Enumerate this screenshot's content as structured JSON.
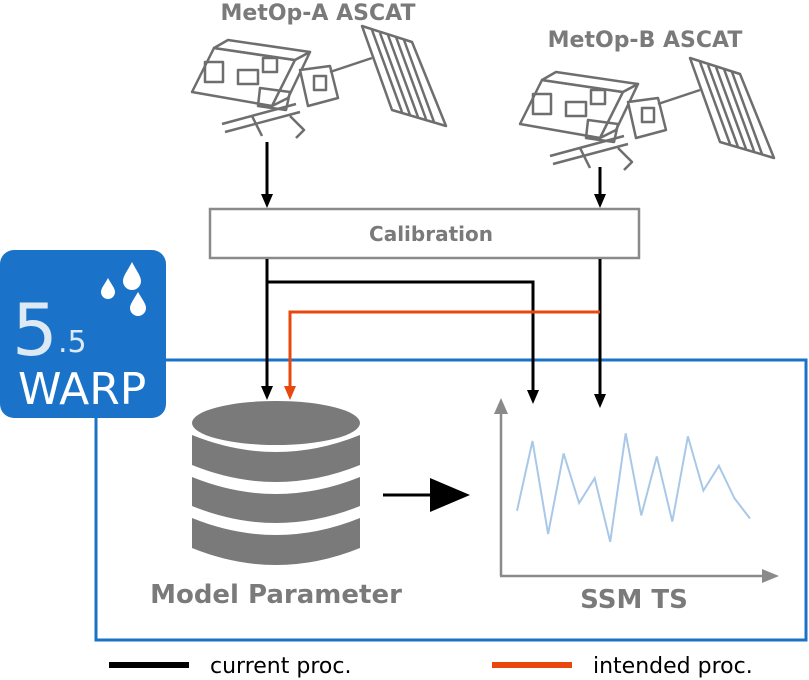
{
  "satellites": {
    "a_label": "MetOp-A ASCAT",
    "b_label": "MetOp-B ASCAT"
  },
  "calibration": {
    "label": "Calibration"
  },
  "warp_logo": {
    "version_major": "5",
    "version_minor": ".5",
    "name": "WARP",
    "icon": "water-drops-icon"
  },
  "model": {
    "label": "Model Parameter",
    "icon": "database-icon"
  },
  "ssm": {
    "label": "SSM TS",
    "series": [
      0.35,
      0.8,
      0.2,
      0.72,
      0.4,
      0.56,
      0.15,
      0.85,
      0.32,
      0.7,
      0.28,
      0.83,
      0.48,
      0.64,
      0.43,
      0.3
    ]
  },
  "legend": {
    "current_label": "current proc.",
    "intended_label": "intended proc."
  },
  "colors": {
    "gray": "#7a7a7a",
    "blue": "#1a73c8",
    "orange": "#e8470e",
    "black": "#000000",
    "series": "#a9c8e8"
  }
}
